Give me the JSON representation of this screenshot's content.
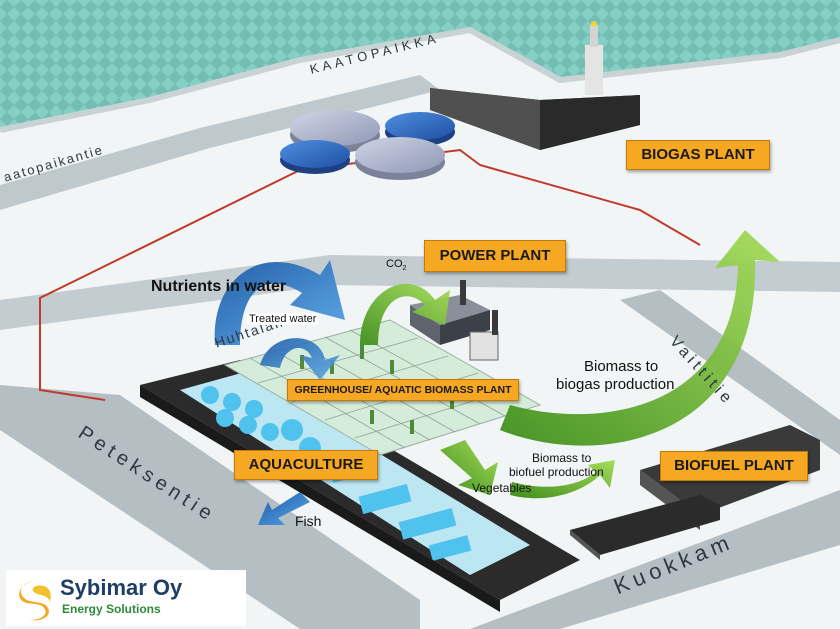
{
  "labels": {
    "biogas_plant": "BIOGAS PLANT",
    "power_plant": "POWER PLANT",
    "greenhouse": "GREENHOUSE/ AQUATIC BIOMASS PLANT",
    "aquaculture": "AQUACULTURE",
    "biofuel_plant": "BIOFUEL PLANT"
  },
  "flows": {
    "co2": "CO",
    "co2_sub": "2",
    "nutrients": "Nutrients in water",
    "treated_water": "Treated water",
    "biomass_biogas_line1": "Biomass to",
    "biomass_biogas_line2": "biogas production",
    "biomass_biofuel_line1": "Biomass to",
    "biomass_biofuel_line2": "biofuel production",
    "vegetables": "Vegetables",
    "fish": "Fish"
  },
  "roads": {
    "kaatopaikka": "KAATOPAIKKA",
    "kaatopaikantie": "aatopaikantie",
    "huhtalantie": "Huhtalantie",
    "peteksentie": "Peteksentie",
    "vaittitie": "Vaittitie",
    "kuokkam": "Kuokkam"
  },
  "logo": {
    "brand": "Sybimar Oy",
    "tagline": "Energy Solutions"
  },
  "colors": {
    "label_orange": "#f7a823",
    "green_arrow": "#6cb52d",
    "blue_arrow": "#2a78c8",
    "water": "#7ec8c0",
    "pool": "#4fc3ee",
    "building": "#2b2b2b",
    "brand_navy": "#1f3e66",
    "brand_green": "#2d8a3a"
  }
}
